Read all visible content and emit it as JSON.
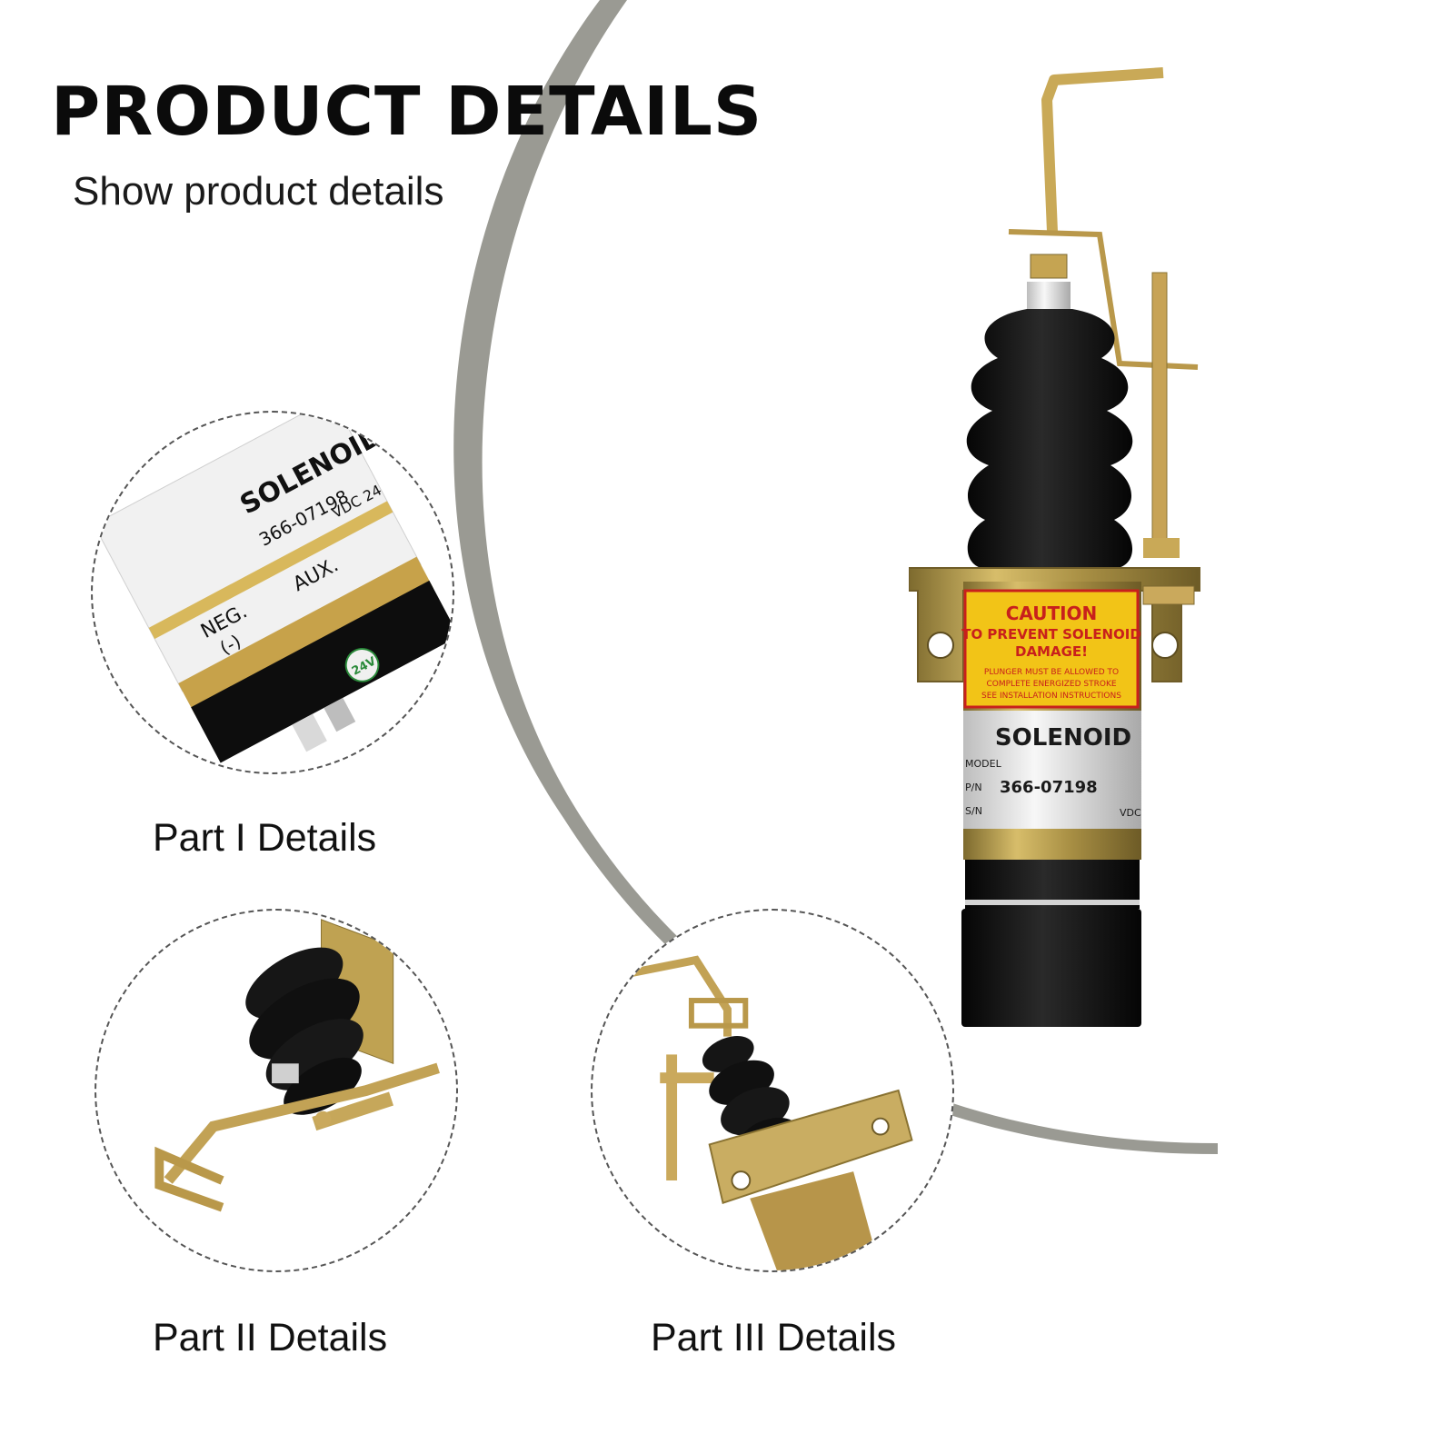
{
  "header": {
    "title": "PRODUCT DETAILS",
    "subtitle": "Show product details"
  },
  "details": [
    {
      "caption": "Part I Details"
    },
    {
      "caption": "Part II Details"
    },
    {
      "caption": "Part III Details"
    }
  ],
  "product_label": {
    "caution_title": "CAUTION",
    "caution_line1": "TO PREVENT SOLENOID",
    "caution_line2": "DAMAGE!",
    "caution_small1": "PLUNGER MUST BE ALLOWED TO",
    "caution_small2": "COMPLETE ENERGIZED STROKE",
    "caution_small3": "SEE INSTALLATION INSTRUCTIONS",
    "brand": "SOLENOID",
    "model_label": "MODEL",
    "pn_label": "P/N",
    "sn_label": "S/N",
    "part_number": "366-07198",
    "vdc_label": "VDC"
  },
  "closeup_label": {
    "brand": "SOLENOID",
    "part_number": "366-07198",
    "neg": "NEG.",
    "neg_sign": "(-)",
    "aux": "AUX.",
    "vdc": "VDC 24",
    "voltage_badge": "24V"
  },
  "colors": {
    "arc": "#9a9a93",
    "brass": "#b89a4a",
    "rubber": "#111111",
    "caution": "#f2c417",
    "caution_text": "#c8201c"
  }
}
